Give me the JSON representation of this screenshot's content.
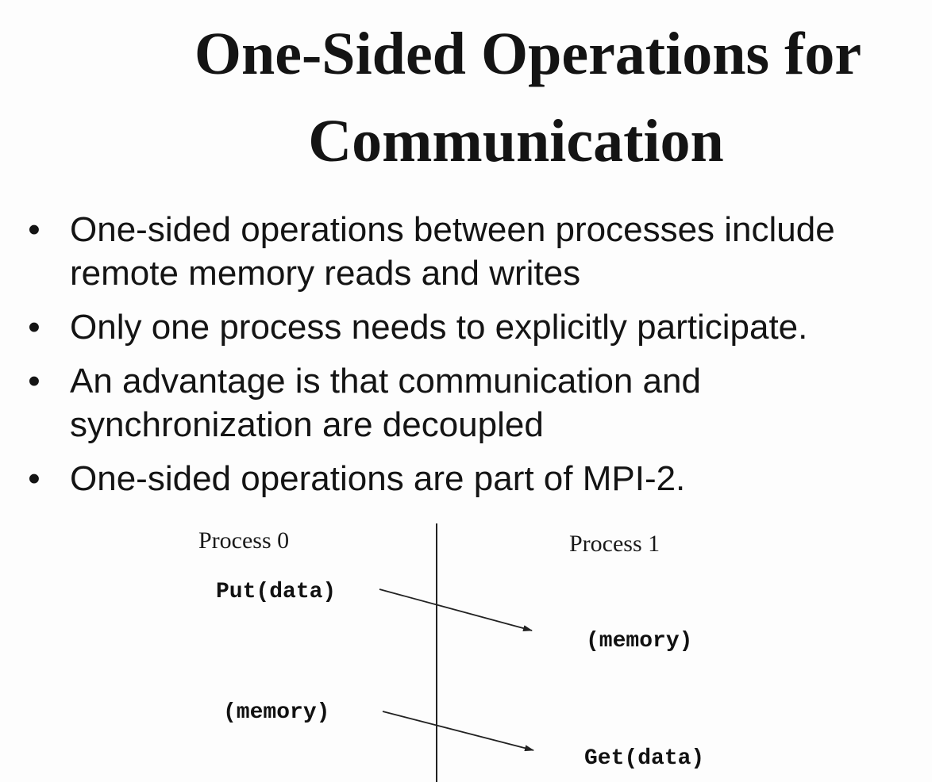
{
  "slide": {
    "title_line1": "One-Sided Operations for",
    "title_line2": "Communication",
    "bullets": [
      "One-sided operations between processes include remote memory reads and writes",
      "Only one process needs to explicitly participate.",
      "An advantage is that communication and synchronization are decoupled",
      "One-sided operations are part of MPI-2."
    ],
    "bullet_glyph": "•"
  },
  "diagram": {
    "process0_label": "Process 0",
    "process1_label": "Process 1",
    "put_call": "Put(data)",
    "put_target": "(memory)",
    "get_source": "(memory)",
    "get_call": "Get(data)"
  }
}
